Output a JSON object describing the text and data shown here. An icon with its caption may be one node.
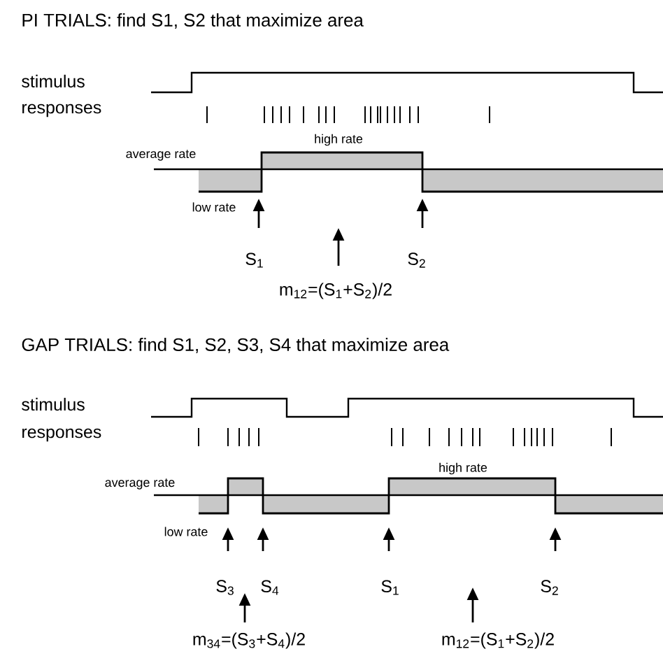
{
  "diagram": {
    "labels": [
      "PI TRIALS: find S1, S2 that maximize area",
      "stimulus",
      "responses",
      "high rate",
      "average rate",
      "low rate",
      "S$_{1}$",
      "S$_{2}$",
      "m$_{12}$=(S$_{1}$+S$_{2}$)/2",
      "GAP TRIALS: find S1, S2, S3, S4 that maximize area",
      "stimulus",
      "responses",
      "high rate",
      "average rate",
      "low rate",
      "S$_{3}$",
      "S$_{4}$",
      "S$_{1}$",
      "S$_{2}$",
      "m$_{34}$=(S$_{3}$+S$_{4}$)/2",
      "m$_{12}$=(S$_{1}$+S$_{2}$)/2"
    ]
  }
}
